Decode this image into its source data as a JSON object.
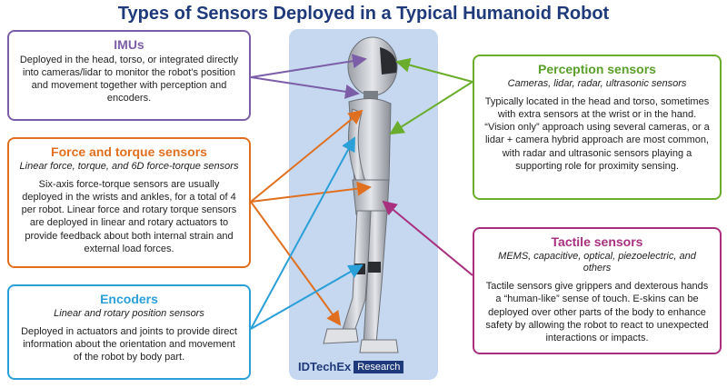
{
  "title": "Types of Sensors Deployed in a Typical Humanoid Robot",
  "imus": {
    "heading": "IMUs",
    "body": "Deployed in the head, torso, or integrated directly into cameras/lidar to monitor the robot’s position and movement together with perception and encoders."
  },
  "force": {
    "heading": "Force and torque sensors",
    "subtitle": "Linear force, torque, and 6D force-torque sensors",
    "body": "Six-axis force-torque sensors are usually deployed in the wrists and ankles, for a total of 4 per robot. Linear force and rotary torque sensors are deployed in linear and rotary actuators to provide feedback about both internal strain and external load forces."
  },
  "encoders": {
    "heading": "Encoders",
    "subtitle": "Linear and rotary position sensors",
    "body": "Deployed in actuators and joints to provide direct information about the orientation and movement of the robot by body part."
  },
  "perception": {
    "heading": "Perception sensors",
    "subtitle": "Cameras, lidar, radar, ultrasonic sensors",
    "body1": "Typically located in the head and torso, sometimes with extra sensors at the wrist or in the hand.",
    "body2": "“Vision only” approach using several cameras, or a lidar + camera hybrid approach are most common, with radar and ultrasonic sensors playing a supporting role for proximity sensing."
  },
  "tactile": {
    "heading": "Tactile sensors",
    "subtitle": "MEMS, capacitive, optical, piezoelectric, and others",
    "body": "Tactile sensors give grippers and dexterous hands a “human-like” sense of touch. E-skins can be deployed over other parts of the body to enhance safety by allowing the robot to react to unexpected interactions or impacts."
  },
  "logo": {
    "name": "IDTechEx",
    "tag": "Research"
  },
  "colors": {
    "title": "#1f3a7a",
    "imus": "#7b5ea7",
    "force": "#e07020",
    "encoders": "#2a9fd8",
    "perception": "#6aad2c",
    "tactile": "#a8307f",
    "robot_background": "#c6d8ef"
  }
}
